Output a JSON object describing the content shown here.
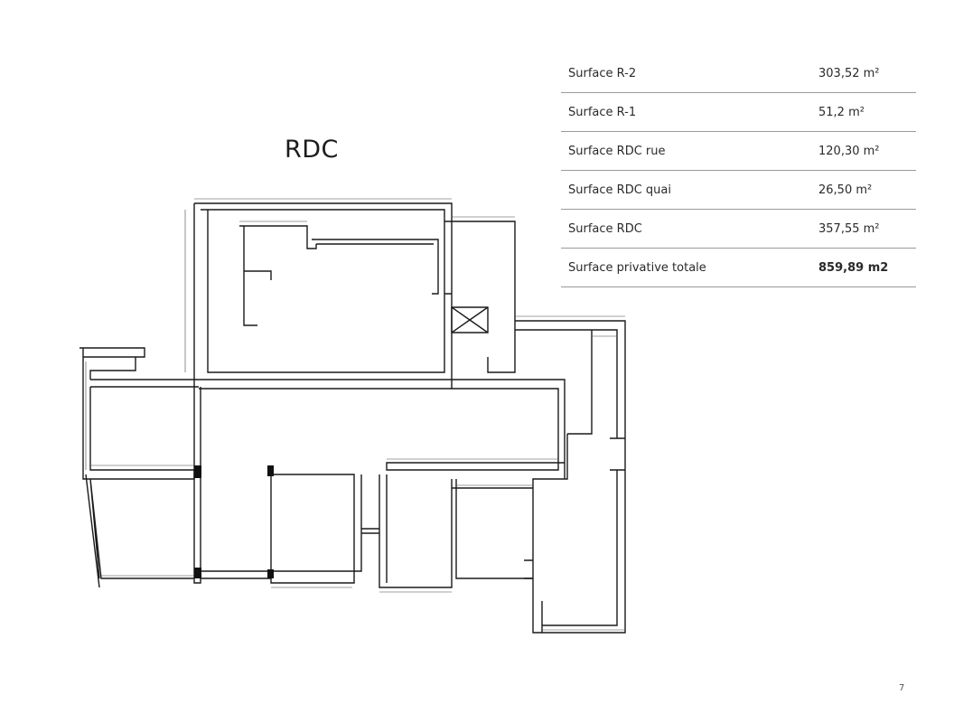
{
  "page": {
    "title": "RDC",
    "number": "7"
  },
  "surfaces": [
    {
      "label": "Surface R-2",
      "value": "303,52 m²"
    },
    {
      "label": "Surface R-1",
      "value": "51,2 m²"
    },
    {
      "label": "Surface RDC rue",
      "value": "120,30 m²"
    },
    {
      "label": "Surface RDC quai",
      "value": "26,50 m²"
    },
    {
      "label": "Surface RDC",
      "value": "357,55 m²"
    },
    {
      "label": "Surface privative totale",
      "value": "859,89 m2"
    }
  ],
  "colors": {
    "line": "#1a1a1a",
    "separator": "#9a9a9a"
  }
}
